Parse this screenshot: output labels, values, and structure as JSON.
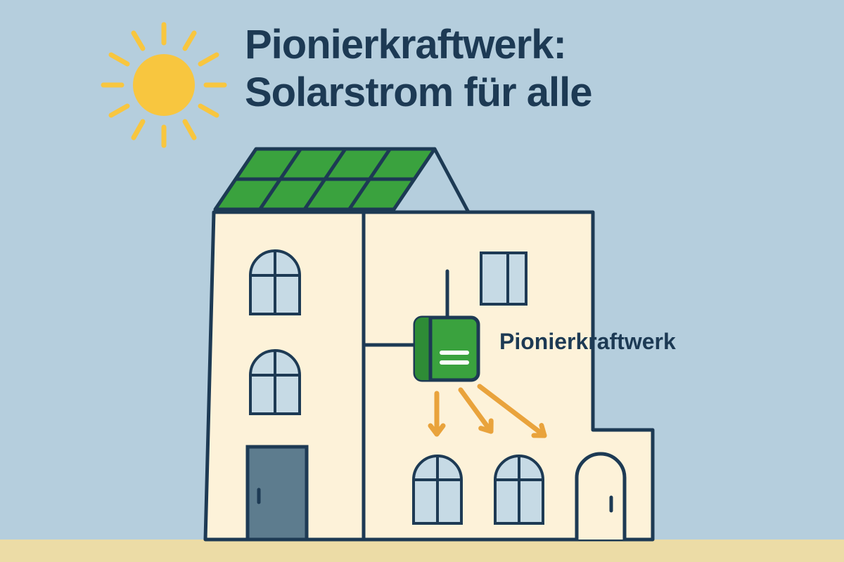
{
  "headline": {
    "line1": "Pionierkraftwerk:",
    "line2": "Solarstrom für alle"
  },
  "device": {
    "label": "Pionierkraftwerk"
  },
  "colors": {
    "sky": "#b5cedd",
    "ground": "#ecdca6",
    "sun": "#f8c63f",
    "building": "#fdf2d9",
    "outline": "#1d3a54",
    "panel_green": "#3aa23e",
    "panel_green_dark": "#2e8c36",
    "window_blue": "#c6dae5",
    "door_slate": "#5d7c8e",
    "arrow_orange": "#e9a33c"
  }
}
